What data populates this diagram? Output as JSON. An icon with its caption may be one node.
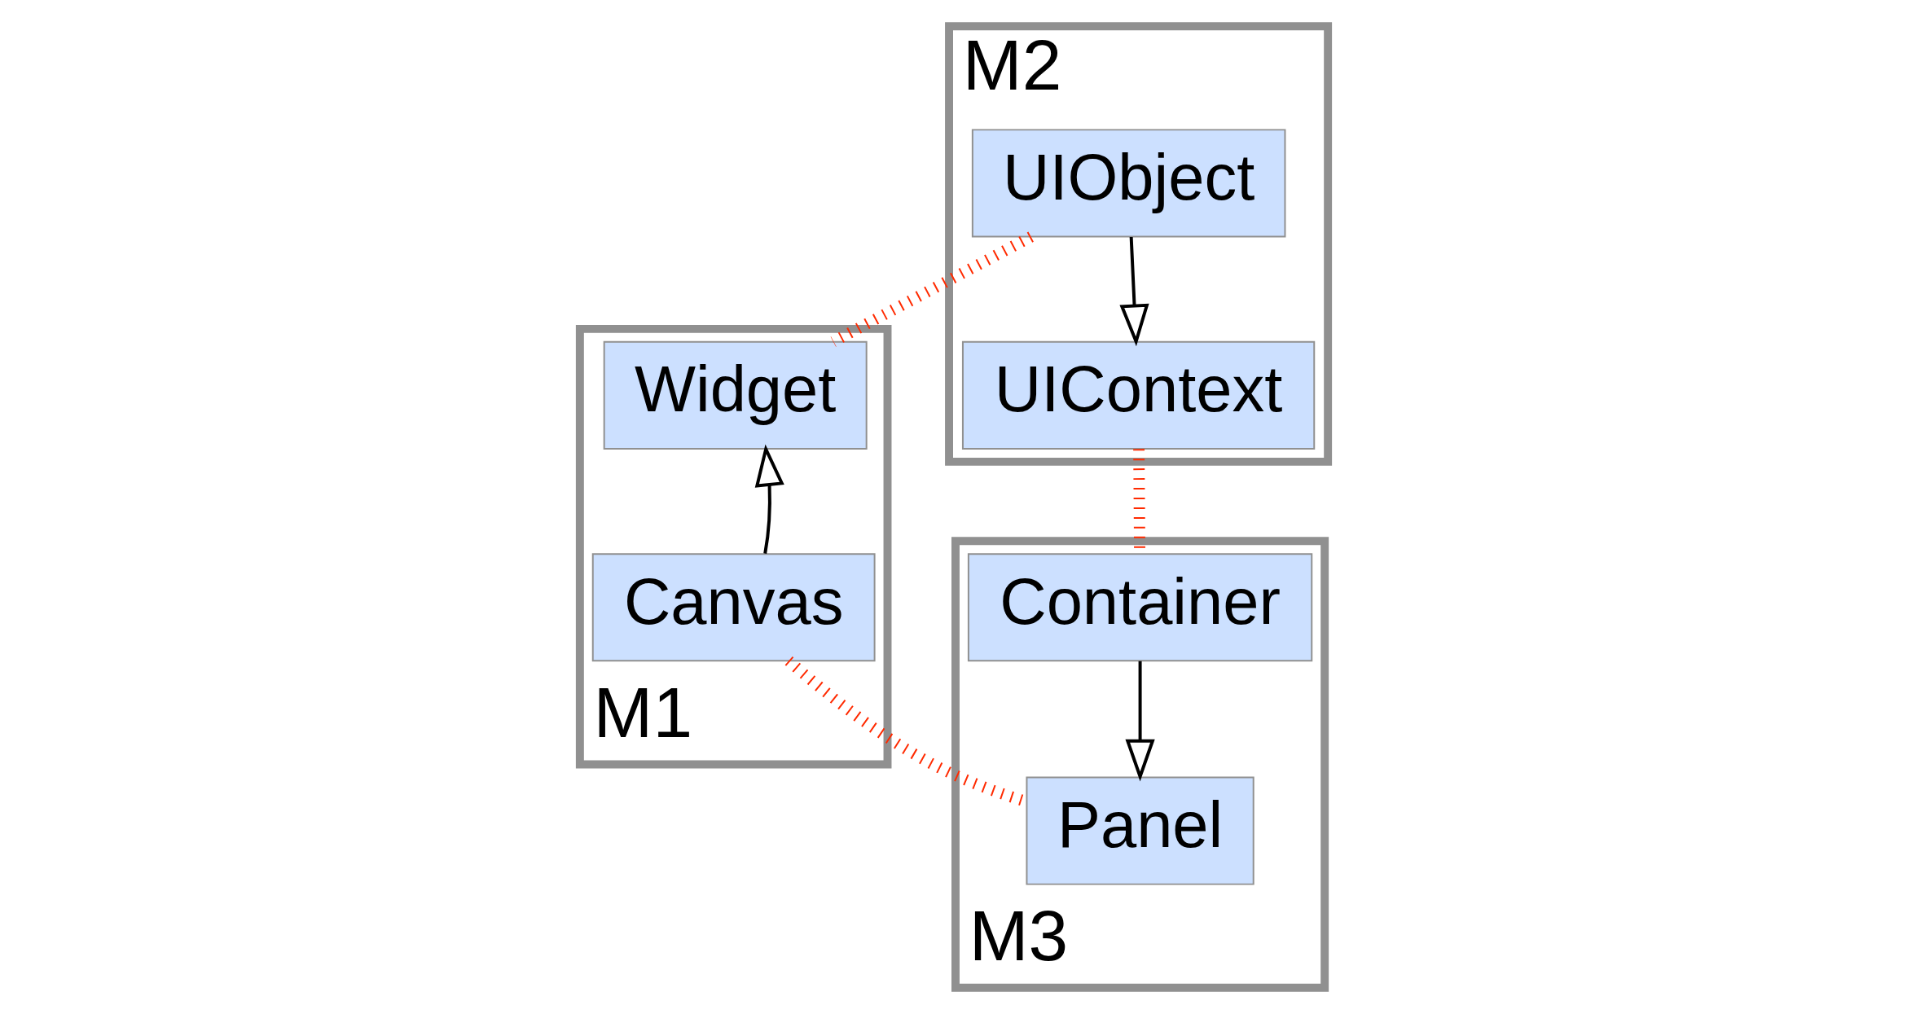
{
  "diagram": {
    "nodes": [
      {
        "text": [
          "M2"
        ]
      },
      {
        "text": [
          "UIObject"
        ],
        "in": 0
      },
      {
        "text": [
          "UIContext"
        ],
        "in": 0
      },
      {
        "text": [
          "M1"
        ]
      },
      {
        "text": [
          "Widget"
        ],
        "in": 3
      },
      {
        "text": [
          "Canvas"
        ],
        "in": 3
      },
      {
        "text": [
          "M3"
        ]
      },
      {
        "text": [
          "Container"
        ],
        "in": 6
      },
      {
        "text": [
          "Panel"
        ],
        "in": 6
      }
    ],
    "edges": [
      {
        "from": 1,
        "to": 2,
        "arrow": "to"
      },
      {
        "from": 5,
        "to": 4,
        "arrow": "to"
      },
      {
        "from": 7,
        "to": 8,
        "arrow": "to"
      },
      {
        "from": 1,
        "to": 4,
        "arrow": "none",
        "style": "dashed",
        "color": "#ff2a00"
      },
      {
        "from": 2,
        "to": 7,
        "arrow": "none",
        "style": "dashed",
        "color": "#ff2a00"
      },
      {
        "from": 5,
        "to": 8,
        "arrow": "none",
        "style": "dashed",
        "color": "#ff2a00"
      }
    ]
  }
}
